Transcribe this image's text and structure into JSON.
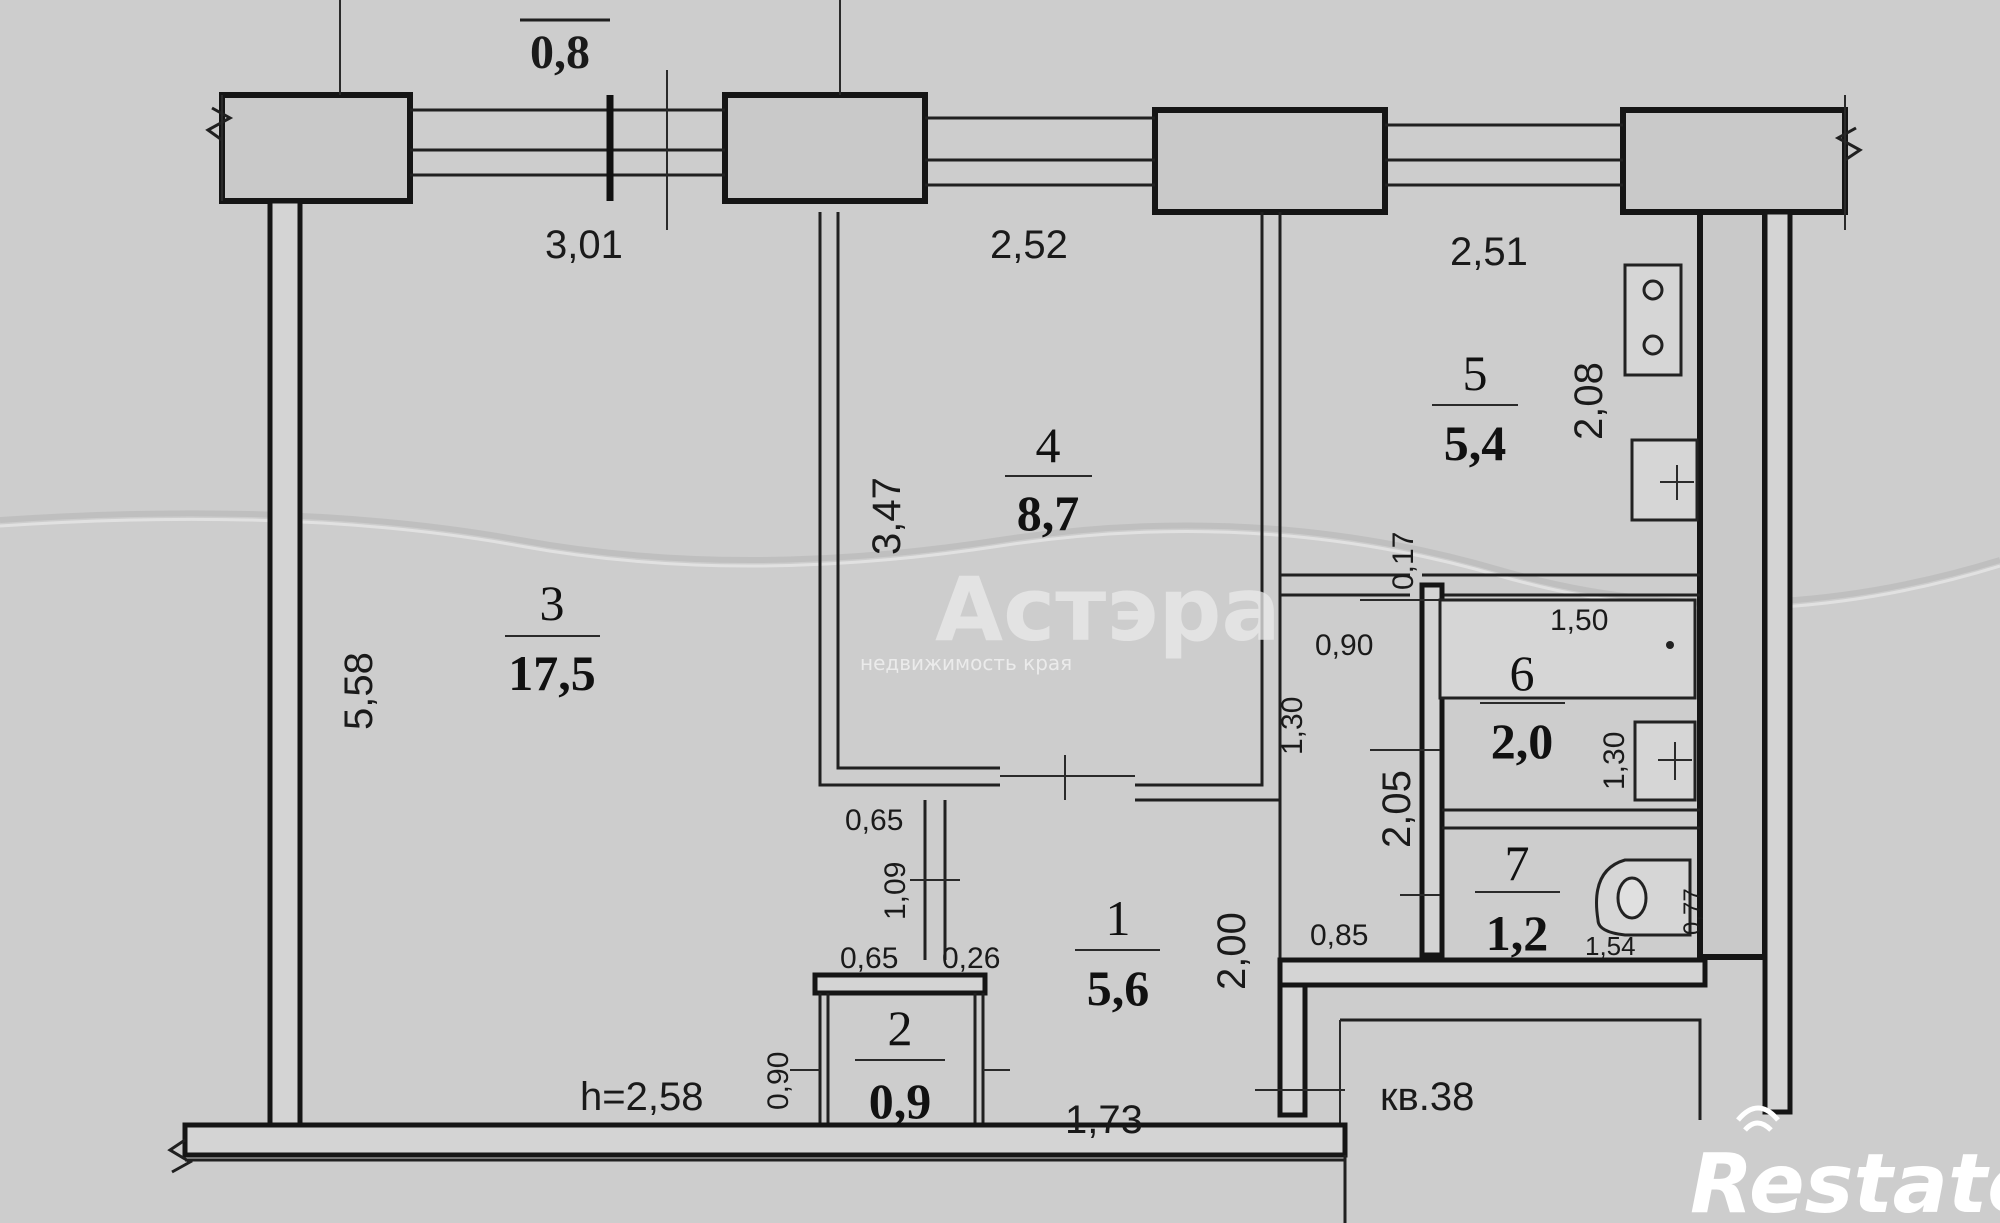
{
  "plan": {
    "rooms": [
      {
        "number": "1",
        "area": "5,6"
      },
      {
        "number": "2",
        "area": "0,9"
      },
      {
        "number": "3",
        "area": "17,5"
      },
      {
        "number": "4",
        "area": "8,7"
      },
      {
        "number": "5",
        "area": "5,4"
      },
      {
        "number": "6",
        "area": "2,0"
      },
      {
        "number": "7",
        "area": "1,2"
      }
    ],
    "dimensions": {
      "top_window": "0,8",
      "room3_width": "3,01",
      "room4_width": "2,52",
      "room5_width": "2,51",
      "room3_length": "5,58",
      "room4_length": "3,47",
      "room5_length": "2,08",
      "wall_017": "0,17",
      "opening_090": "0,90",
      "bath_width": "1,50",
      "bath_height": "1,30",
      "hall_130": "1,30",
      "wc_205": "2,05",
      "pantry_065a": "0,65",
      "pantry_109": "1,09",
      "pantry_065b": "0,65",
      "pantry_026": "0,26",
      "hall_200": "2,00",
      "wc_085": "0,85",
      "wc_077": "0,77",
      "wc_154": "1,54",
      "pantry_090": "0,90",
      "hall_173": "1,73"
    },
    "ceiling_height": "h=2,58",
    "neighbor_apartment": "кв.38"
  },
  "watermark": {
    "name": "Астэра",
    "tagline": "недвижимость края"
  },
  "brand": {
    "name": "Restate"
  },
  "colors": {
    "paper": "#cfcfcf",
    "ink": "#151515"
  }
}
